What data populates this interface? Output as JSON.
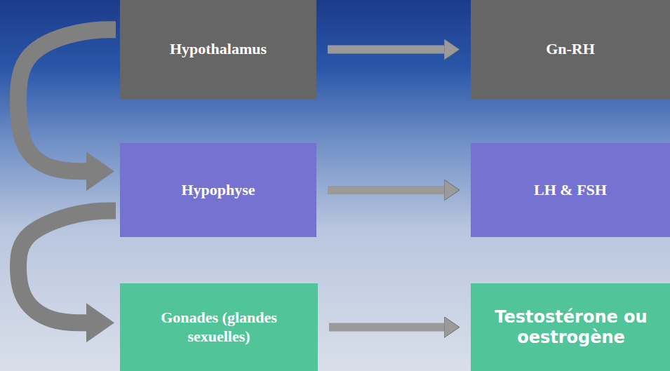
{
  "diagram": {
    "nodes": [
      {
        "text": [
          "Hypothalamus"
        ]
      },
      {
        "text": [
          "Gn-RH"
        ]
      },
      {
        "text": [
          "Hypophyse"
        ]
      },
      {
        "text": [
          "LH & FSH"
        ]
      },
      {
        "text": [
          "Gonades (glandes sexuelles)"
        ]
      },
      {
        "text": [
          "Testostérone ou oestrogène"
        ]
      }
    ],
    "edges": [
      {
        "from": 0,
        "to": 1,
        "arrow": "to"
      },
      {
        "from": 2,
        "to": 3,
        "arrow": "to"
      },
      {
        "from": 4,
        "to": 5,
        "arrow": "to"
      },
      {
        "from": 0,
        "to": 2,
        "arrow": "to"
      },
      {
        "from": 2,
        "to": 4,
        "arrow": "to"
      }
    ]
  }
}
